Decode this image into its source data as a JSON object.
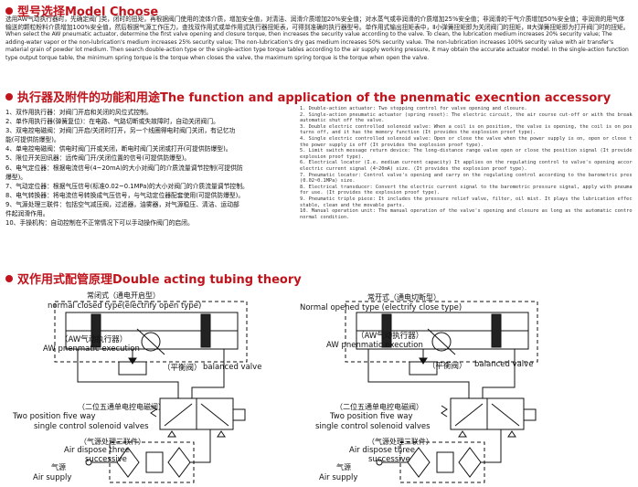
{
  "section1": {
    "title": "型号选择Model Choose",
    "intro_cn": "选用AW气动执行器时，先确定阀门类，闭时的扭矩，再根据阀门使用的流体介质，增加安全值，对清洁、润滑介质增加20%安全值；对水蒸气或非润滑的介质增加25%安全值；非润滑的干气介质增加50%安全值；非润滑的用气体输送的颗粒粉料介质增加100%安全值，然后根据气源工作压力，查找双作用式或单作用式执行器扭矩表，可得到准确的执行器型号。单作用式输出扭矩表中，Ⅱ小弹簧扭矩即为关闭阀门的扭矩，Ⅲ大弹簧扭矩即为打开阀门时的扭矩。",
    "intro_en": "When select the AW pneumatic actuator, determine the first valve opening and closure torque, then increases the security value according to the valve. To clean, the lubrication medium increases 20% security value; The adding-water vapor or the non-lubrication's medium increases 25% security value; The non-lubrication's dry gas medium increases 50% security value. The non-lubrication increases 100% security value with air transfer's material grain of powder lot medium. Then search double-action type or the single-action type torque tables according to the air supply working pressure, it may obtain the accurate actuator model. In the single-action function type output torque table, the minimum spring torque is the torque when closes the valve, the maximum spring torque is the torque when open the valve."
  },
  "section2": {
    "title": "执行器及附件的功能和用途The function and application of the pnenmatic execntion accessory",
    "cn_items": [
      "1、双作用执行器：对阀门开启和关闭的风位式控制。",
      "2、单作用执行器(弹簧复位)：在电路、气路切断或失故障时，自动关闭阀门。",
      "3、双电控电磁阀：对阀门开启/关闭时打开，另一个线圈得电时阀门关闭，有记忆功",
      "   能(可提供防爆型)。",
      "4、单电控电磁阀：供电时阀门开或关闭，断电时阀门关闭或打开(可提供防爆型)。",
      "5、限位开关回讯器：远传阀门开/关闭位置的信号(可提供防爆型)。",
      "6、电气定位器：根据电流信号(4~20mA)的大小对阀门的介质流量调节控制(可提供防",
      "   爆型)。",
      "7、气动定位器：根据气压信号(标准0.02~0.1MPa)的大小对阀门的介质流量调节控制。",
      "8、电气转换器：将电流信号转换成气压信号，与气动定位器配套使用(可提供防爆型)。",
      "9、气源处理三联件：包括空气减压阀，过滤器，油雾器，对气源稳压、清洁、运动部",
      "   件起润滑作用。",
      "10、手操机构：自动控制在不正常情况下可以手动操作阀门的启闭。"
    ],
    "en_items": [
      "1. Double-action actuator: Two stopping control for valve opening and closure.",
      "2. Single-action pneumatic actuator (spring reset): The electric circuit, the air course cut-off or with the breakdown,",
      "   automatic shut off the valve.",
      "3. Double electric controlled solenoid valve: When a coil is on position, the valve is opening, the coil is on position, the valve",
      "   turns off, and it has the memory function (It provides the explosion proof type).",
      "4. Single electric controlled solenoid valve: Open or close the valve when the power supply is on, open or close the valve",
      "   the power supply is off (It provides the explosion proof type).",
      "5. Limit switch message return device: The long-distance range valve open or close the position signal (It provides the",
      "   explosion proof type).",
      "6. Electrical locator (I.e. medium current capacity) It applies on the regulating control to valve's opening according to the",
      "   electric current signal (4~20mA) size. (It provides the explosion proof type).",
      "7. Pneumatic locator: Control valve's opening and carry on the regulating control according to the barometric pressure signal",
      "   (0.02~0.1MPa) size.",
      "8. Electrical transducer: Convert the electric current signal to the barometric pressure signal, apply with pneumatic locator",
      "   for use. (It provides the explosion proof type).",
      "9. Pneumatic triple piece: It includes the pressure relief valve, filter, oil mist. It plays the lubrication effect on the air source",
      "   stable, clean and the movable parts.",
      "10. Manual operation unit: The manual operation of the valve's opening and closure as long as the automatic control is not in the",
      "   normal condition."
    ]
  },
  "section3": {
    "title": "双作用式配管原理Double acting tubing theory",
    "left": {
      "heading_cn": "常闭式（通电开启型）",
      "heading_en": "normal closed type(electrify open type)",
      "actuator_cn": "（AW气动执行器）",
      "actuator_en": "AW pnenmatic execution",
      "balance_cn": "（平衡阀）",
      "balance_en": "balanced valve",
      "solenoid_cn": "（二位五通单电控电磁阀）",
      "solenoid_en1": "Two position five way",
      "solenoid_en2": "single control solenoid valves",
      "air_cn": "（气源处理三联件）",
      "air_en1": "Air dispose three",
      "air_en2": "successive",
      "supply_cn": "气源",
      "supply_en": "Air supply"
    },
    "right": {
      "heading_cn": "常开式（通电切断型）",
      "heading_en": "Normal opened type (electrify close type)",
      "actuator_cn": "（AW气动执行器）",
      "actuator_en": "AW pnenmatic execution",
      "balance_cn": "（平衡阀）",
      "balance_en": "balanced valve",
      "solenoid_cn": "（二位五通单电控电磁阀）",
      "solenoid_en1": "Two position five way",
      "solenoid_en2": "single control solenoid valves",
      "air_cn": "（气源处理三联件）",
      "air_en1": "Air dispose three",
      "air_en2": "successive",
      "supply_cn": "气源",
      "supply_en": "Air supply"
    }
  },
  "colors": {
    "accent": "#c0131b",
    "text": "#111111"
  }
}
